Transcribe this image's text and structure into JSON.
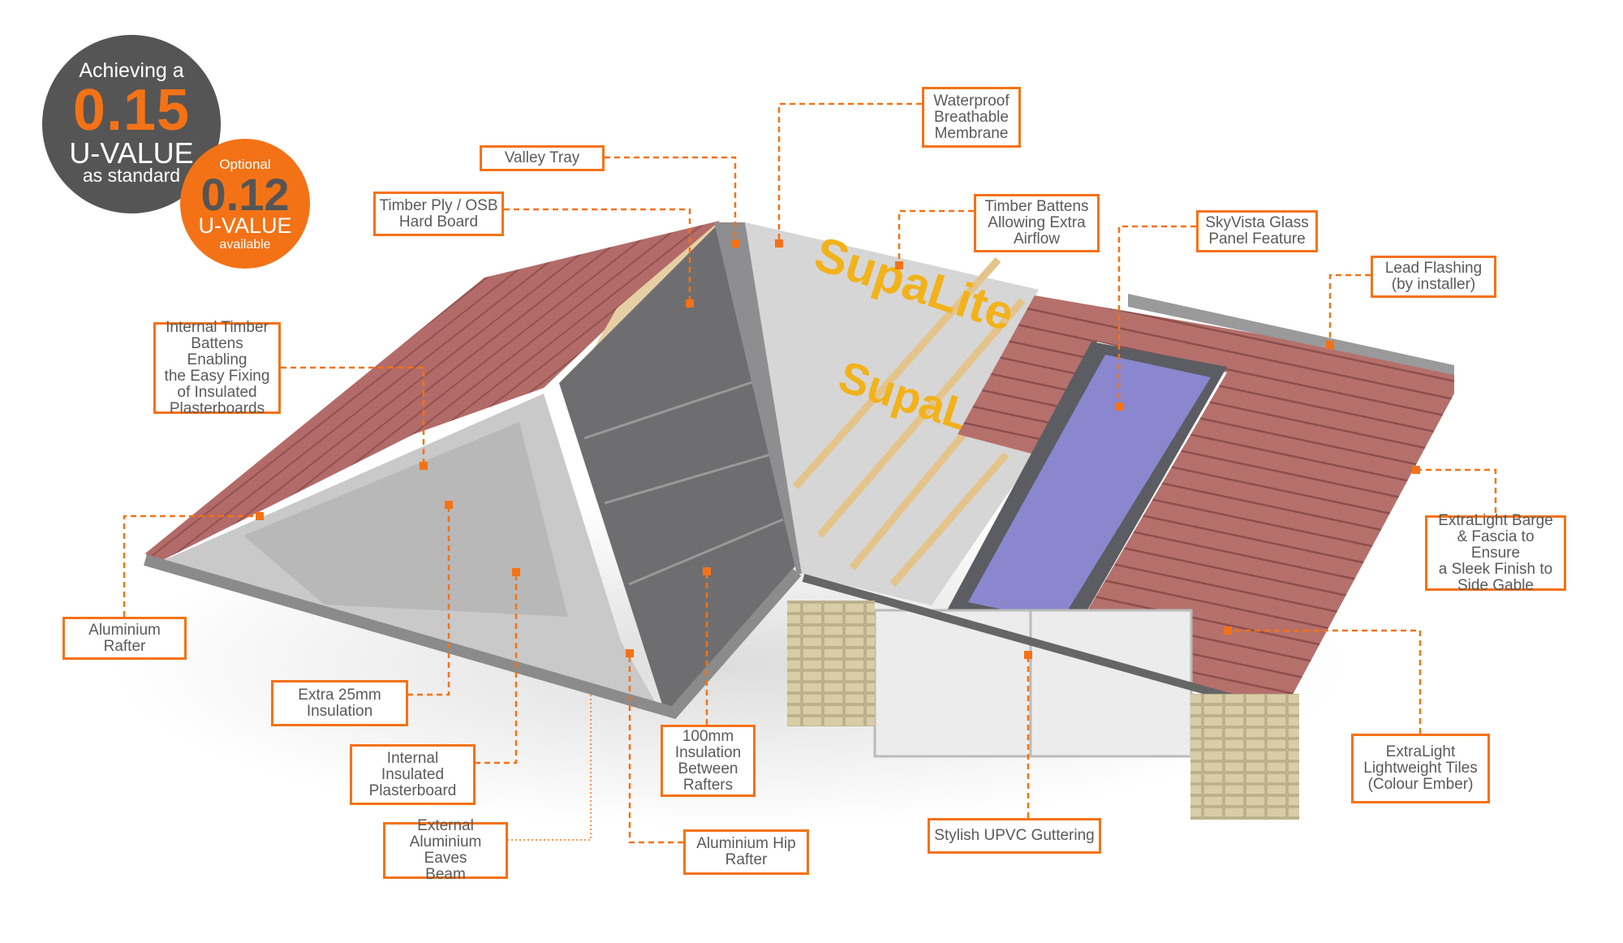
{
  "colors": {
    "accent": "#f47216",
    "badge_grey": "#555555",
    "text": "#5a5a5a"
  },
  "badges": {
    "standard": {
      "intro": "Achieving a",
      "value": "0.15",
      "unit": "U-VALUE",
      "note": "as standard"
    },
    "optional": {
      "intro": "Optional",
      "value": "0.12",
      "unit": "U-VALUE",
      "note": "available"
    }
  },
  "labels": {
    "valley_tray": "Valley Tray",
    "membrane": "Waterproof\nBreathable\nMembrane",
    "timber_ply": "Timber Ply / OSB\nHard Board",
    "timber_battens": "Timber Battens\nAllowing Extra\nAirflow",
    "skyvista": "SkyVista Glass\nPanel Feature",
    "lead_flashing": "Lead Flashing\n(by installer)",
    "internal_battens": "Internal Timber\nBattens Enabling\nthe Easy Fixing\nof Insulated\nPlasterboards",
    "barge_fascia": "ExtraLight Barge\n& Fascia to Ensure\na Sleek Finish to\nSide Gable",
    "aluminium_rafter": "Aluminium\nRafter",
    "extra_insulation": "Extra 25mm\nInsulation",
    "plasterboard": "Internal\nInsulated\nPlasterboard",
    "eaves_beam": "External\nAluminium Eaves\nBeam",
    "insulation_100": "100mm\nInsulation\nBetween\nRafters",
    "hip_rafter": "Aluminium Hip\nRafter",
    "guttering": "Stylish UPVC Guttering",
    "tiles": "ExtraLight\nLightweight Tiles\n(Colour Ember)"
  },
  "membrane_brand": "SupaLite"
}
